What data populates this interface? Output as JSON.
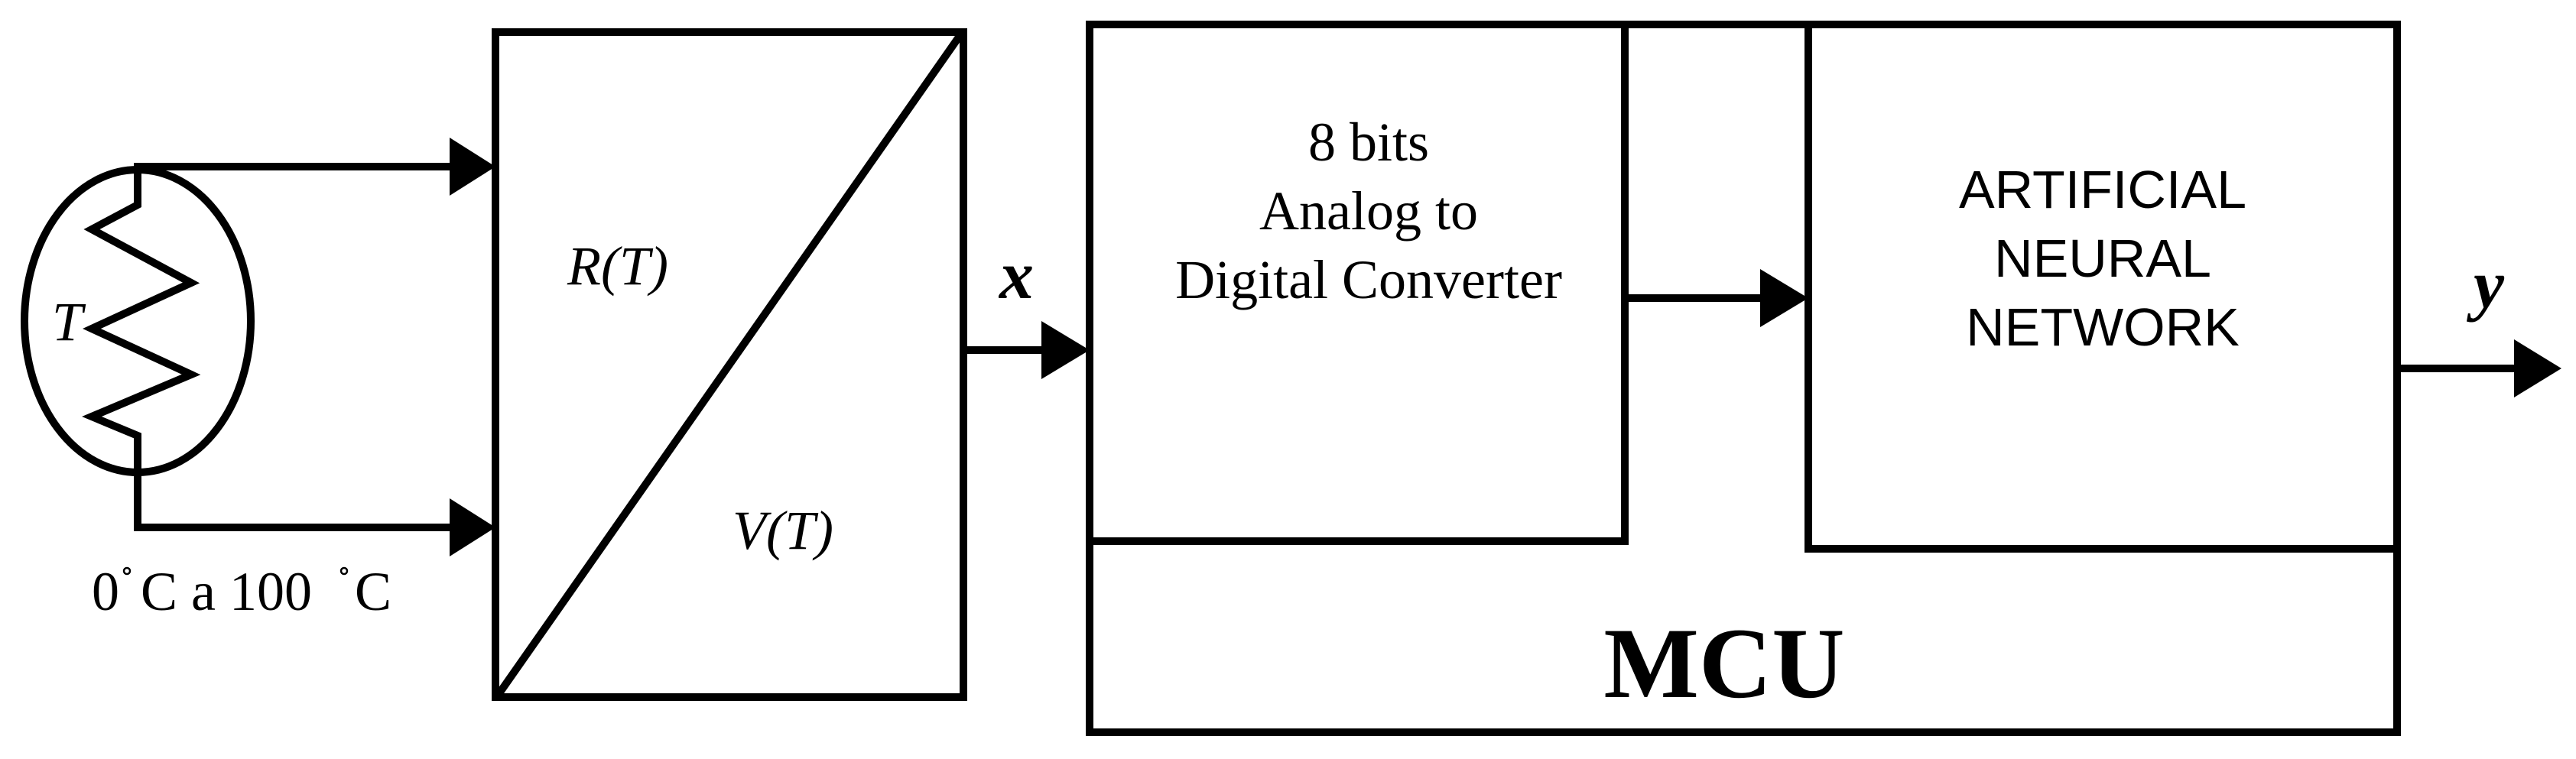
{
  "sensor": {
    "symbol": "T",
    "range_parts": [
      "0",
      "C a 100",
      "C"
    ]
  },
  "converter": {
    "label_top": "R(T)",
    "label_bottom": "V(T)"
  },
  "signals": {
    "input": "x",
    "output": "y"
  },
  "adc": {
    "lines": [
      "8 bits",
      "Analog to",
      "Digital Converter"
    ]
  },
  "ann": {
    "lines": [
      "ARTIFICIAL",
      "NEURAL",
      "NETWORK"
    ]
  },
  "mcu": {
    "label": "MCU"
  }
}
